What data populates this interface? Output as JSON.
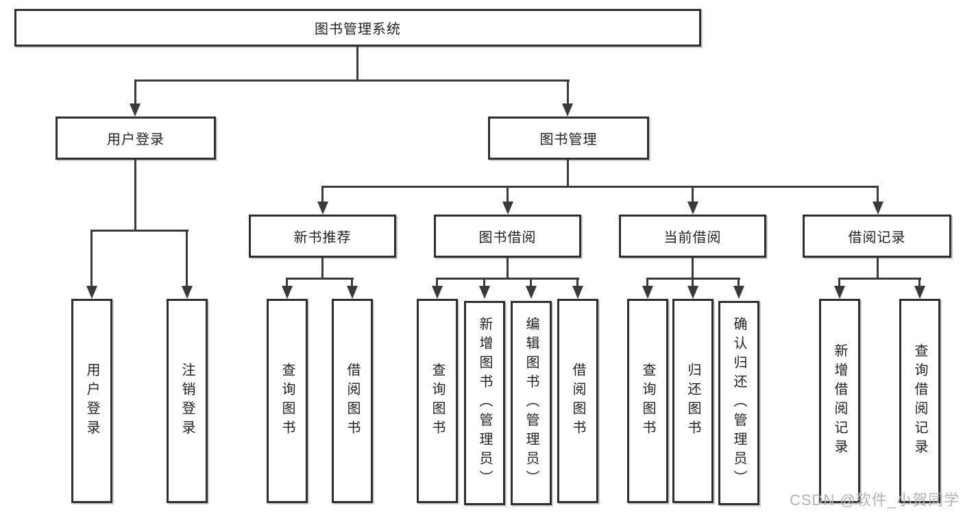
{
  "tree": {
    "label": "图书管理系统",
    "children": [
      {
        "label": "用户登录",
        "children": [
          {
            "label": "用户登录"
          },
          {
            "label": "注销登录"
          }
        ]
      },
      {
        "label": "图书管理",
        "children": [
          {
            "label": "新书推荐",
            "children": [
              {
                "label": "查询图书"
              },
              {
                "label": "借阅图书"
              }
            ]
          },
          {
            "label": "图书借阅",
            "children": [
              {
                "label": "查询图书"
              },
              {
                "label": "新增图书（管理员）"
              },
              {
                "label": "编辑图书（管理员）"
              },
              {
                "label": "借阅图书"
              }
            ]
          },
          {
            "label": "当前借阅",
            "children": [
              {
                "label": "查询图书"
              },
              {
                "label": "归还图书"
              },
              {
                "label": "确认归还（管理员）"
              }
            ]
          },
          {
            "label": "借阅记录",
            "children": [
              {
                "label": "新增借阅记录"
              },
              {
                "label": "查询借阅记录"
              }
            ]
          }
        ]
      }
    ]
  },
  "watermark": {
    "text": "CSDN @软件_小贺同学"
  },
  "colors": {
    "line": "#3a3a3a",
    "box_border": "#2e2e2e",
    "box_bg": "#ffffff",
    "text": "#222222",
    "watermark": "#b3b3b3"
  }
}
